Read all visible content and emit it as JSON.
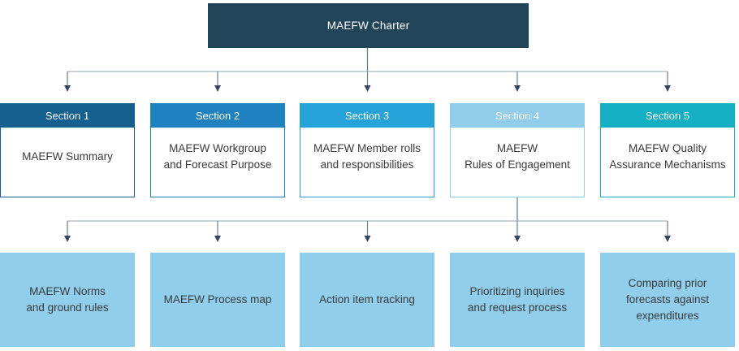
{
  "colors": {
    "charter_bg": "#224459",
    "charter_text": "#FFFFFF",
    "section_header_text": "#FFFFFF",
    "body_text": "#3A3A3A",
    "body_bg": "#FFFFFF",
    "subsection_bg": "#90CEEC",
    "connector_line_vertical": "#6B7C94",
    "connector_line_horizontal": "#ABB4C0",
    "connector_arrow": "#36485F"
  },
  "charter": {
    "label": "MAEFW Charter"
  },
  "sections": [
    {
      "header": "Section 1",
      "body": "MAEFW Summary",
      "color": "#15608F"
    },
    {
      "header": "Section 2",
      "body": "MAEFW Workgroup\nand Forecast Purpose",
      "color": "#1F82BE"
    },
    {
      "header": "Section 3",
      "body": "MAEFW Member rolls\nand responsibilities",
      "color": "#25A2D8"
    },
    {
      "header": "Section 4",
      "body": "MAEFW\nRules of Engagement",
      "color": "#92CCEB"
    },
    {
      "header": "Section 5",
      "body": "MAEFW Quality\nAssurance Mechanisms",
      "color": "#15AFC4"
    }
  ],
  "subsections": [
    {
      "label": "MAEFW Norms\nand ground rules"
    },
    {
      "label": "MAEFW Process map"
    },
    {
      "label": "Action item tracking"
    },
    {
      "label": "Prioritizing inquiries\nand request process"
    },
    {
      "label": "Comparing prior\nforecasts against\nexpenditures"
    }
  ]
}
